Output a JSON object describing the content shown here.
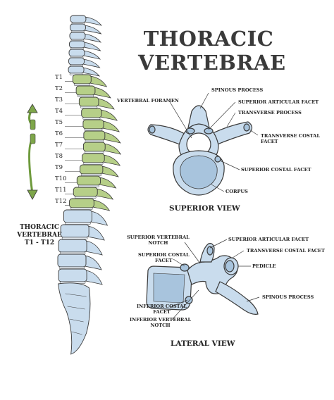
{
  "title": {
    "line1": "THORACIC",
    "line2": "VERTEBRAE"
  },
  "group_label": {
    "line1": "THORACIC",
    "line2": "VERTEBRAE",
    "line3": "T1 - T12"
  },
  "vertebra_labels": [
    "T1",
    "T2",
    "T3",
    "T4",
    "T5",
    "T6",
    "T7",
    "T8",
    "T9",
    "T10",
    "T11",
    "T12"
  ],
  "superior_view": {
    "caption": "SUPERIOR VIEW",
    "labels": {
      "spinous_process": "SPINOUS PROCESS",
      "vertebral_foramen": "VERTEBRAL FORAMEN",
      "superior_articular_facet": "SUPERIOR ARTICULAR FACET",
      "transverse_process": "TRANSVERSE PROCESS",
      "transverse_costal_facet_1": "TRANSVERSE COSTAL",
      "transverse_costal_facet_2": "FACET",
      "superior_costal_facet": "SUPERIOR COSTAL FACET",
      "corpus": "CORPUS"
    }
  },
  "lateral_view": {
    "caption": "LATERAL VIEW",
    "labels": {
      "superior_vertebral_notch_1": "SUPERIOR VERTEBRAL",
      "superior_vertebral_notch_2": "NOTCH",
      "superior_costal_facet_1": "SUPERIOR COSTAL",
      "superior_costal_facet_2": "FACET",
      "superior_articular_facet": "SUPERIOR ARTICULAR FACET",
      "transverse_costal_facet": "TRANSVERSE COSTAL FACET",
      "pedicle": "PEDICLE",
      "spinous_process": "SPINOUS PROCESS",
      "inferior_costal_facet_1": "INFERIOR COSTAL",
      "inferior_costal_facet_2": "FACET",
      "inferior_vertebral_notch_1": "INFERIOR VERTEBRAL",
      "inferior_vertebral_notch_2": "NOTCH"
    }
  },
  "colors": {
    "bone": "#c9dced",
    "bone_dark": "#a8c4dd",
    "thoracic": "#b6cf88",
    "outline": "#3a3a3a",
    "arrow": "#6e9a3c",
    "text": "#222222"
  }
}
